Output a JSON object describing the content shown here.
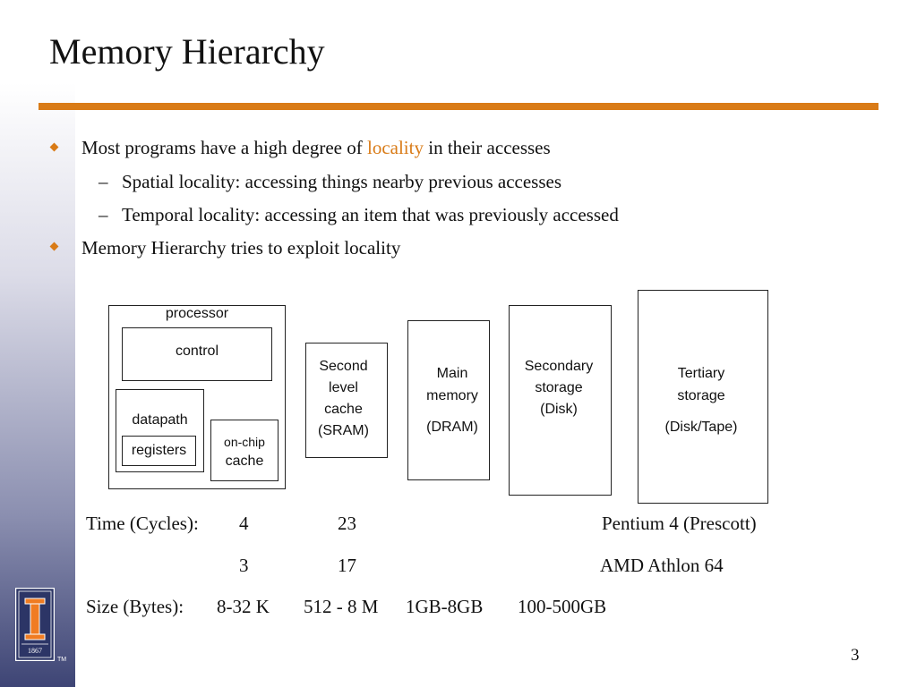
{
  "slide": {
    "title": "Memory Hierarchy",
    "page_number": "3",
    "colors": {
      "accent": "#d97b17",
      "side_gradient_bottom": "#3e4575"
    }
  },
  "bullets": {
    "b1_pre": "Most programs have a high degree of",
    "b1_highlight": "locality",
    "b1_post": "in their accesses",
    "sub1": "Spatial locality: accessing things nearby previous accesses",
    "sub2": "Temporal locality: accessing an item that was previously accessed",
    "b2": "Memory Hierarchy tries to exploit locality",
    "dash": "–"
  },
  "diagram": {
    "processor": "processor",
    "control": "control",
    "datapath": "datapath",
    "registers": "registers",
    "onchip_1": "on-chip",
    "onchip_2": "cache",
    "l2_1": "Second",
    "l2_2": "level",
    "l2_3": "cache",
    "l2_4": "(SRAM)",
    "main_1": "Main",
    "main_2": "memory",
    "main_3": "(DRAM)",
    "sec_1": "Secondary",
    "sec_2": "storage",
    "sec_3": "(Disk)",
    "ter_1": "Tertiary",
    "ter_2": "storage",
    "ter_3": "(Disk/Tape)"
  },
  "stats": {
    "time_label": "Time (Cycles):",
    "time_r1_a": "4",
    "time_r1_b": "23",
    "time_r1_cpu": "Pentium 4 (Prescott)",
    "time_r2_a": "3",
    "time_r2_b": "17",
    "time_r2_cpu": "AMD Athlon 64",
    "size_label": "Size (Bytes):",
    "size_1": "8-32 K",
    "size_2": "512 - 8 M",
    "size_3": "1GB-8GB",
    "size_4": "100-500GB"
  },
  "logo": {
    "icon": "university-logo-icon",
    "year": "1867",
    "tm": "TM"
  }
}
